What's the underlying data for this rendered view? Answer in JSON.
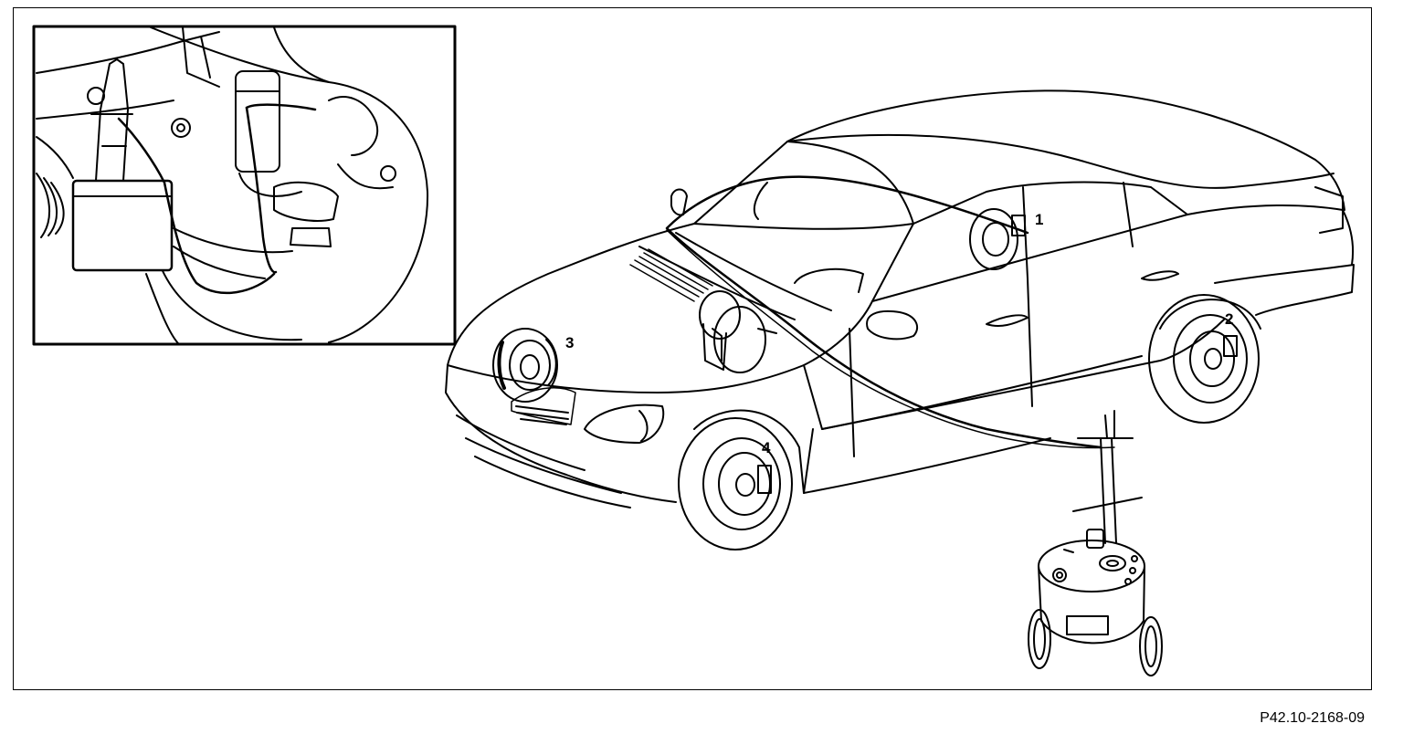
{
  "callouts": [
    "1",
    "2",
    "3",
    "4"
  ],
  "figure_code": "P42.10-2168-09"
}
